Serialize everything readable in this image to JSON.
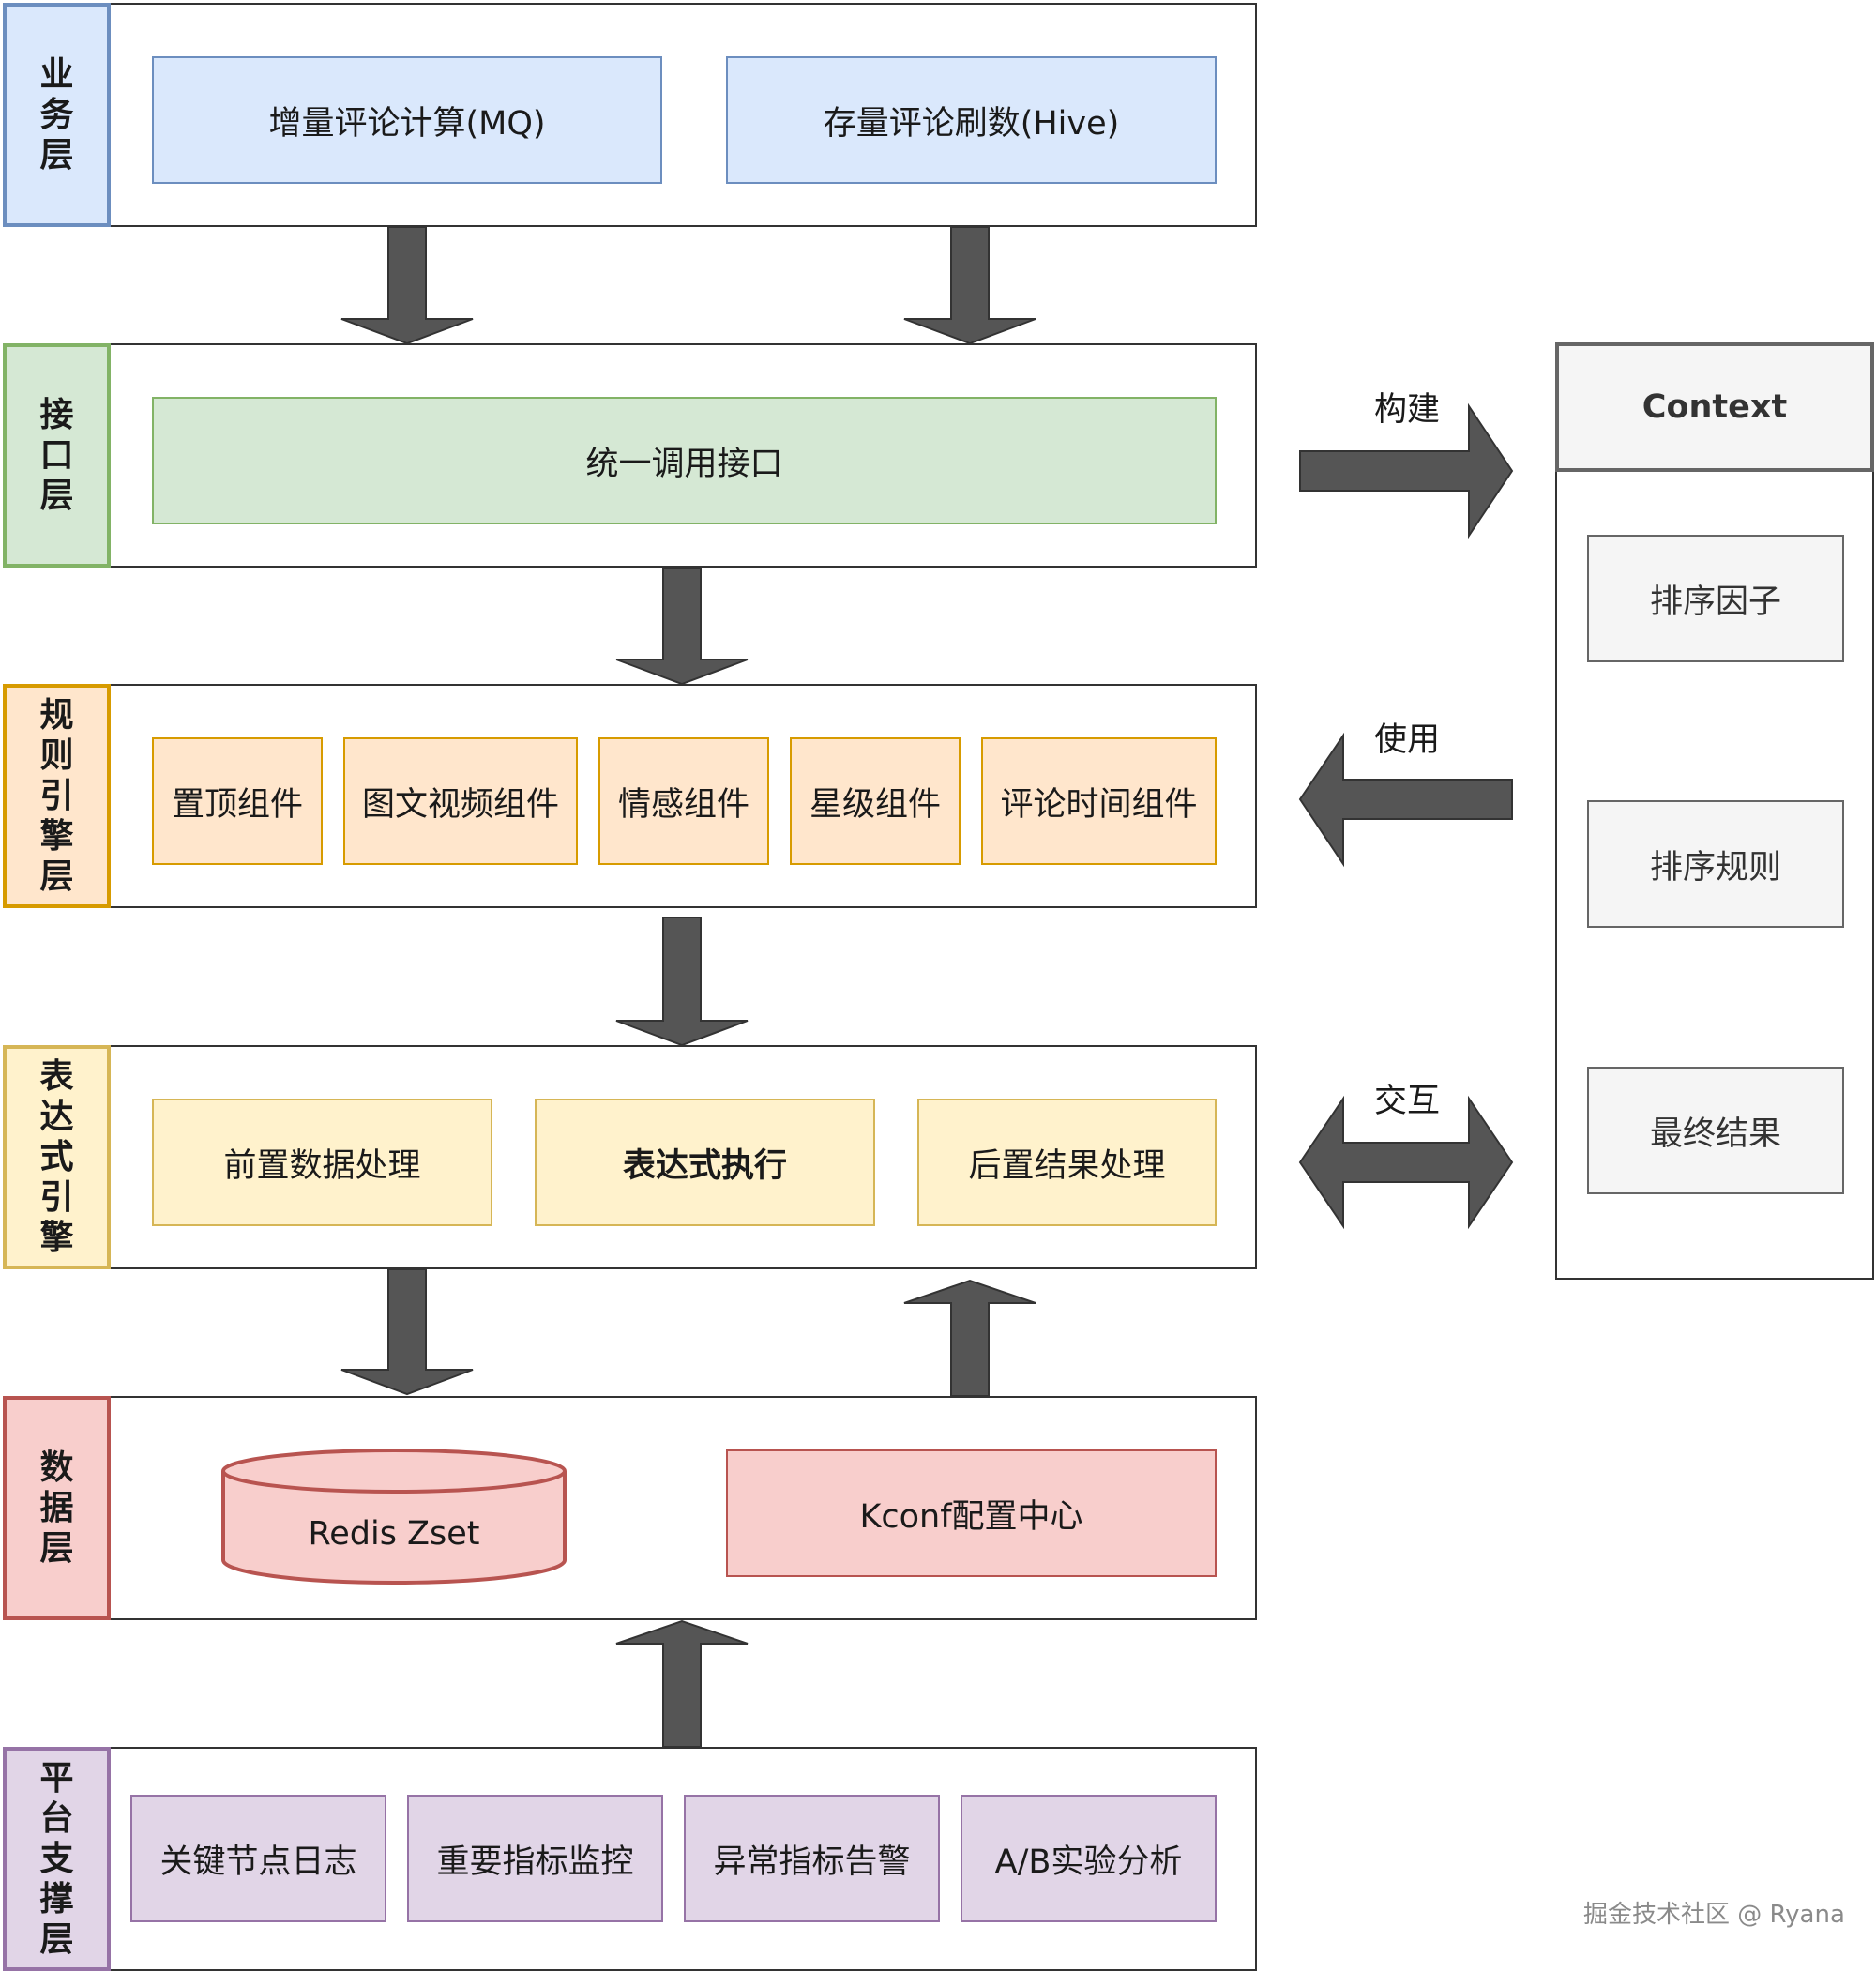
{
  "layers": {
    "business": {
      "label": [
        "业",
        "务",
        "层"
      ],
      "boxes": [
        "增量评论计算(MQ)",
        "存量评论刷数(Hive)"
      ]
    },
    "interface": {
      "label": [
        "接",
        "口",
        "层"
      ],
      "boxes": [
        "统一调用接口"
      ]
    },
    "rules": {
      "label": [
        "规",
        "则",
        "引",
        "擎",
        "层"
      ],
      "boxes": [
        "置顶组件",
        "图文视频组件",
        "情感组件",
        "星级组件",
        "评论时间组件"
      ]
    },
    "expression": {
      "label": [
        "表",
        "达",
        "式",
        "引",
        "擎"
      ],
      "boxes": [
        "前置数据处理",
        "表达式执行",
        "后置结果处理"
      ]
    },
    "data": {
      "label": [
        "数",
        "据",
        "层"
      ],
      "boxes": [
        "Redis Zset",
        "Kconf配置中心"
      ]
    },
    "platform": {
      "label": [
        "平",
        "台",
        "支",
        "撑",
        "层"
      ],
      "boxes": [
        "关键节点日志",
        "重要指标监控",
        "异常指标告警",
        "A/B实验分析"
      ]
    }
  },
  "context": {
    "title": "Context",
    "items": [
      "排序因子",
      "排序规则",
      "最终结果"
    ]
  },
  "relations": [
    "构建",
    "使用",
    "交互"
  ],
  "watermark": "掘金技术社区 @ Ryana",
  "colors": {
    "blue": "#dae8fc",
    "green": "#d5e8d4",
    "orange": "#ffe6cc",
    "yellow": "#fff2cc",
    "red": "#f8cecc",
    "purple": "#e1d5e7",
    "grey": "#f5f5f5",
    "arrow": "#555555"
  }
}
